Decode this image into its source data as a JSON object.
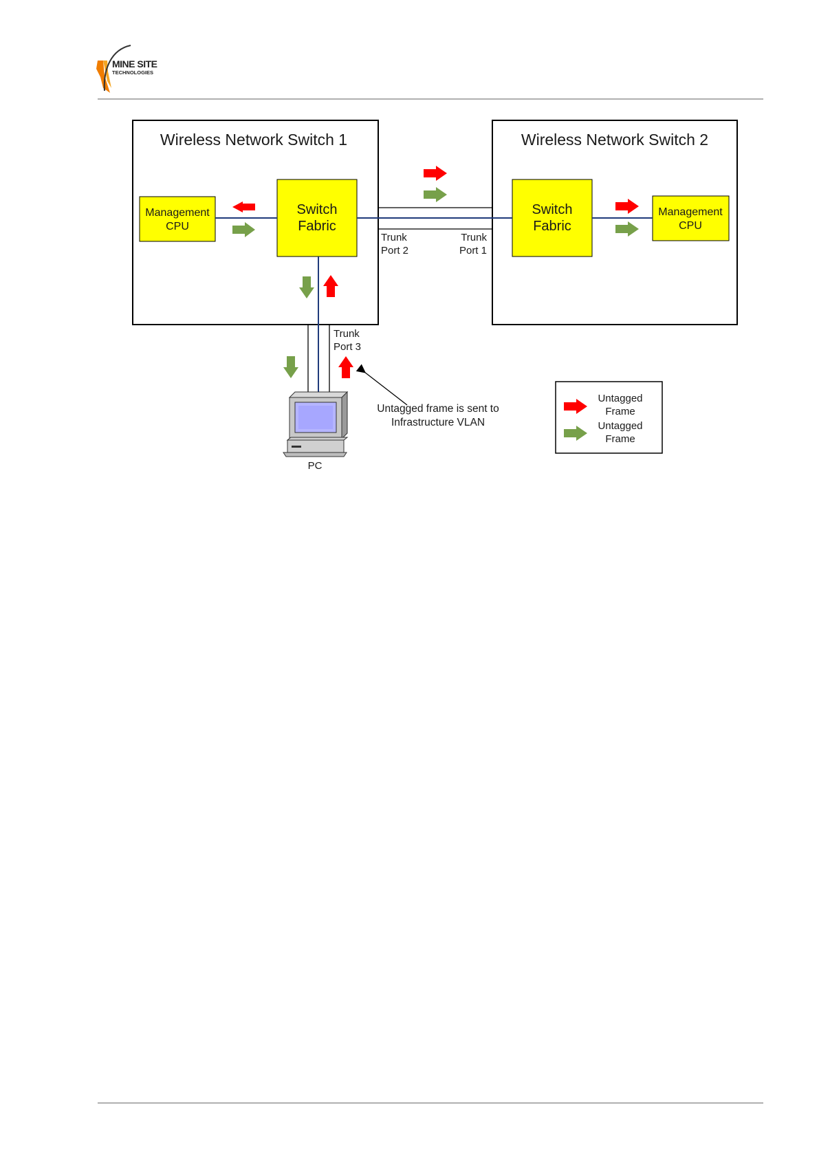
{
  "header": {
    "logo_text_line1": "MINE SITE",
    "logo_text_line2": "TECHNOLOGIES"
  },
  "diagram": {
    "switch1": {
      "title": "Wireless Network Switch 1",
      "fabric_line1": "Switch",
      "fabric_line2": "Fabric",
      "cpu_line1": "Management",
      "cpu_line2": "CPU"
    },
    "switch2": {
      "title": "Wireless Network Switch 2",
      "fabric_line1": "Switch",
      "fabric_line2": "Fabric",
      "cpu_line1": "Management",
      "cpu_line2": "CPU"
    },
    "ports": {
      "trunk2_line1": "Trunk",
      "trunk2_line2": "Port 2",
      "trunk1_line1": "Trunk",
      "trunk1_line2": "Port 1",
      "trunk3_line1": "Trunk",
      "trunk3_line2": "Port 3"
    },
    "pc_label": "PC",
    "annotation_line1": "Untagged frame is sent to",
    "annotation_line2": "Infrastructure VLAN",
    "legend": {
      "red_line1": "Untagged",
      "red_line2": "Frame",
      "green_line1": "Untagged",
      "green_line2": "Frame"
    },
    "colors": {
      "box_fill": "#ffff00",
      "red_arrow": "#ff0000",
      "green_arrow": "#77a04a",
      "link_line": "#1f3a7a"
    }
  }
}
